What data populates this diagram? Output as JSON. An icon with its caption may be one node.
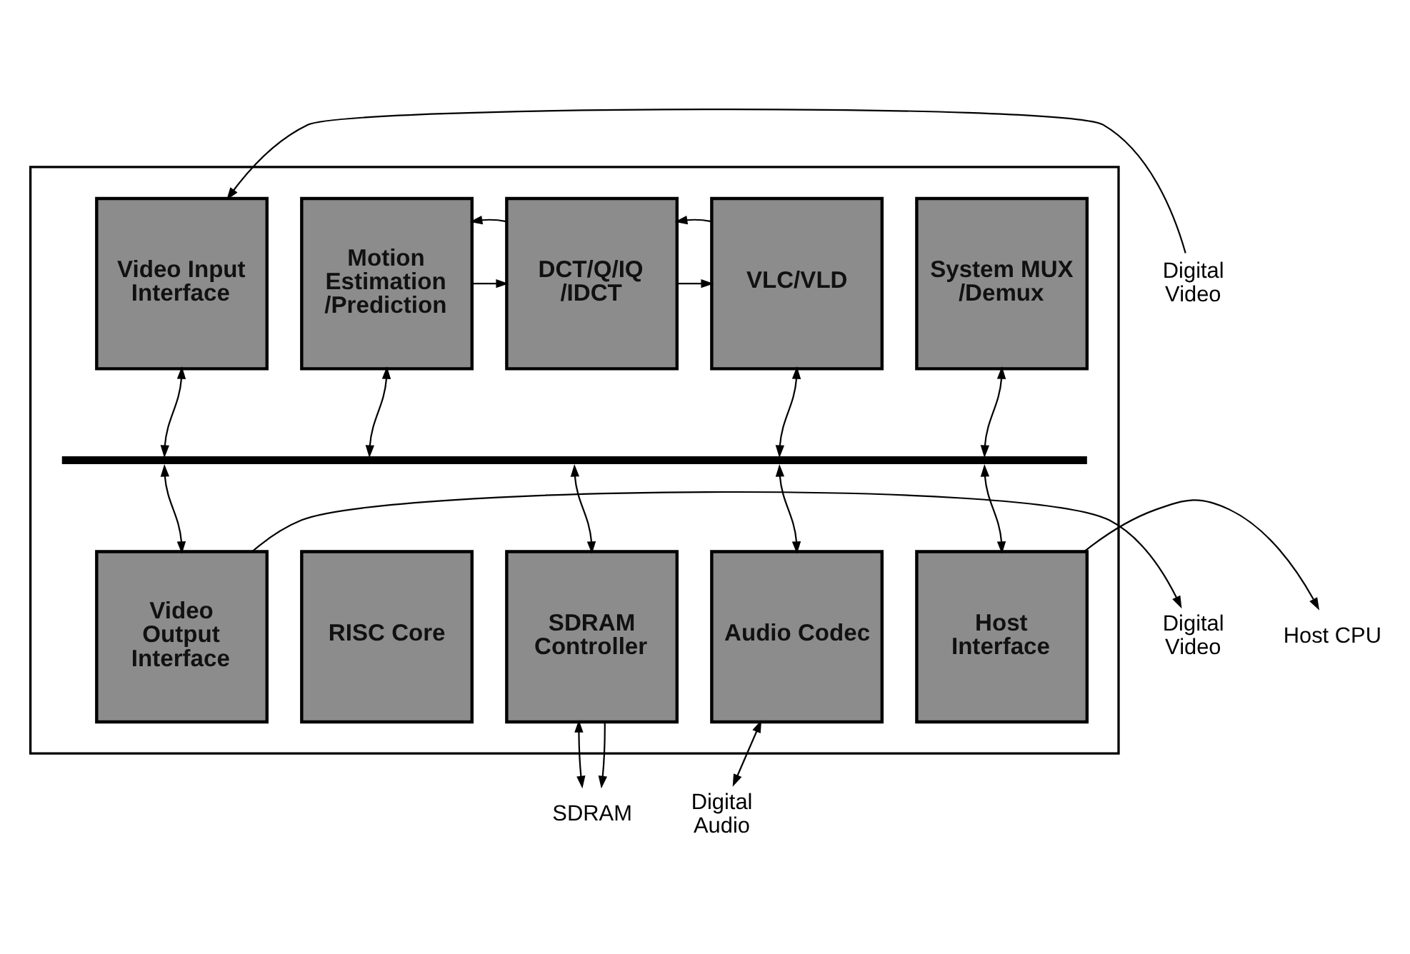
{
  "diagram": {
    "nodes": [
      {
        "text": [],
        "shape": "box"
      },
      {
        "text": [
          "Video Input Interface"
        ],
        "in": 0
      },
      {
        "text": [
          "Motion Estimation /Prediction"
        ],
        "in": 0
      },
      {
        "text": [
          "DCT/Q/IQ /IDCT"
        ],
        "in": 0
      },
      {
        "text": [
          "VLC/VLD"
        ],
        "in": 0
      },
      {
        "text": [
          "System MUX /Demux"
        ],
        "in": 0
      },
      {
        "text": [],
        "shape": "bar",
        "in": 0
      },
      {
        "text": [
          "Video Output Interface"
        ],
        "in": 0
      },
      {
        "text": [
          "RISC Core"
        ],
        "in": 0
      },
      {
        "text": [
          "SDRAM Controller"
        ],
        "in": 0
      },
      {
        "text": [
          "Audio Codec"
        ],
        "in": 0
      },
      {
        "text": [
          "Host Interface"
        ],
        "in": 0
      },
      {
        "text": [
          "Digital Video"
        ]
      },
      {
        "text": [
          "Digital Video"
        ]
      },
      {
        "text": [
          "Host CPU"
        ]
      },
      {
        "text": [
          "SDRAM"
        ]
      },
      {
        "text": [
          "Digital Audio"
        ]
      }
    ],
    "edges": [
      {
        "from": 12,
        "to": 1,
        "arrow": "to"
      },
      {
        "from": 2,
        "to": 3,
        "arrow": "to"
      },
      {
        "from": 3,
        "to": 2,
        "arrow": "to"
      },
      {
        "from": 3,
        "to": 4,
        "arrow": "to"
      },
      {
        "from": 4,
        "to": 3,
        "arrow": "to"
      },
      {
        "from": 1,
        "to": 6,
        "arrow": "both"
      },
      {
        "from": 2,
        "to": 6,
        "arrow": "both"
      },
      {
        "from": 4,
        "to": 6,
        "arrow": "both"
      },
      {
        "from": 5,
        "to": 6,
        "arrow": "both"
      },
      {
        "from": 6,
        "to": 7,
        "arrow": "both"
      },
      {
        "from": 6,
        "to": 9,
        "arrow": "both"
      },
      {
        "from": 6,
        "to": 10,
        "arrow": "both"
      },
      {
        "from": 6,
        "to": 11,
        "arrow": "both"
      },
      {
        "from": 7,
        "to": 13,
        "arrow": "to"
      },
      {
        "from": 11,
        "to": 14,
        "arrow": "to"
      },
      {
        "from": 9,
        "to": 15,
        "arrow": "both"
      },
      {
        "from": 9,
        "to": 15,
        "arrow": "to"
      },
      {
        "from": 10,
        "to": 16,
        "arrow": "both"
      }
    ]
  }
}
